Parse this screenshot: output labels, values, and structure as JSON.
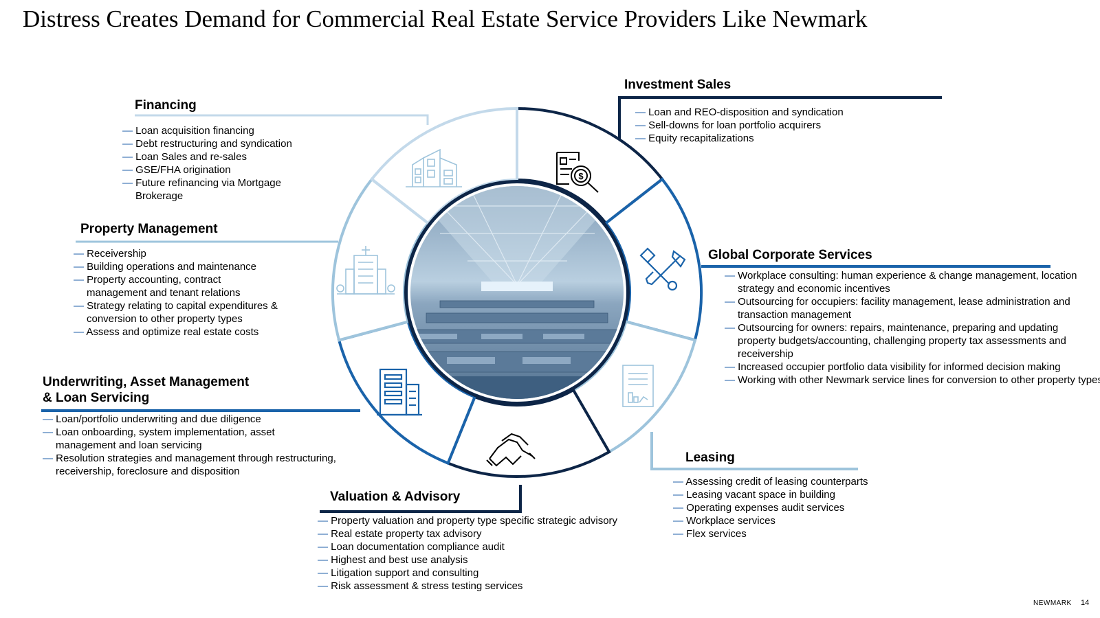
{
  "title": "Distress Creates Demand for Commercial Real Estate Service Providers Like Newmark",
  "colors": {
    "navy": "#0d2547",
    "blue": "#1a63aa",
    "light_blue": "#9ec4dc",
    "pale_blue": "#c3d9ea",
    "dash": "#1f5fa8"
  },
  "sections": {
    "financing": {
      "heading": "Financing",
      "items": [
        "Loan acquisition financing",
        "Debt restructuring and syndication",
        "Loan Sales and re-sales",
        "GSE/FHA origination",
        "Future refinancing via Mortgage Brokerage"
      ]
    },
    "property_management": {
      "heading": "Property Management",
      "items": [
        "Receivership",
        "Building operations and maintenance",
        "Property accounting, contract management and tenant relations",
        "Strategy relating to capital expenditures & conversion to other property types",
        "Assess and optimize real estate costs"
      ]
    },
    "underwriting": {
      "heading_line1": "Underwriting, Asset Management",
      "heading_line2": "& Loan Servicing",
      "items": [
        "Loan/portfolio underwriting and due diligence",
        "Loan onboarding, system implementation, asset management and loan servicing",
        "Resolution strategies and management through restructuring, receivership, foreclosure and disposition"
      ]
    },
    "valuation": {
      "heading": "Valuation & Advisory",
      "items": [
        "Property valuation and property type specific strategic advisory",
        "Real estate property tax advisory",
        "Loan documentation compliance audit",
        "Highest and best use analysis",
        "Litigation support and consulting",
        "Risk assessment & stress testing services"
      ]
    },
    "leasing": {
      "heading": "Leasing",
      "items": [
        "Assessing credit of leasing counterparts",
        "Leasing vacant space in building",
        "Operating expenses audit services",
        "Workplace services",
        "Flex services"
      ]
    },
    "global_corporate": {
      "heading": "Global Corporate Services",
      "items": [
        "Workplace consulting: human experience & change management, location strategy and economic incentives",
        "Outsourcing for occupiers: facility management, lease administration and transaction management",
        "Outsourcing for owners: repairs, maintenance, preparing and updating property budgets/accounting, challenging property tax assessments and receivership",
        "Increased occupier portfolio data visibility for informed decision making",
        "Working with other Newmark service lines for conversion to other property types"
      ]
    },
    "investment_sales": {
      "heading": "Investment Sales",
      "items": [
        "Loan and REO-disposition and syndication",
        "Sell-downs for loan portfolio acquirers",
        "Equity recapitalizations"
      ]
    }
  },
  "icons": [
    "office-building-icon",
    "tall-building-icon",
    "apartment-building-icon",
    "handshake-icon",
    "document-chart-icon",
    "tools-icon",
    "document-dollar-search-icon"
  ],
  "footer": {
    "brand": "NEWMARK",
    "page": "14"
  }
}
